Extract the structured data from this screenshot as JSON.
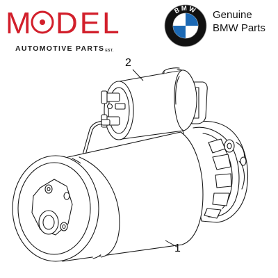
{
  "brand": {
    "main": "M",
    "main_rest": "DEL",
    "sub": "AUTOMOTIVE PARTS",
    "est": "EST."
  },
  "bmw": {
    "badge_letters": "BMW",
    "line1": "Genuine",
    "line2": "BMW Parts",
    "colors": {
      "blue": "#1c69b4",
      "ring": "#111111"
    }
  },
  "diagram": {
    "callouts": [
      "2",
      "1"
    ]
  },
  "colors": {
    "brand_red": "#d21f2b",
    "line": "#1a1a1a"
  }
}
